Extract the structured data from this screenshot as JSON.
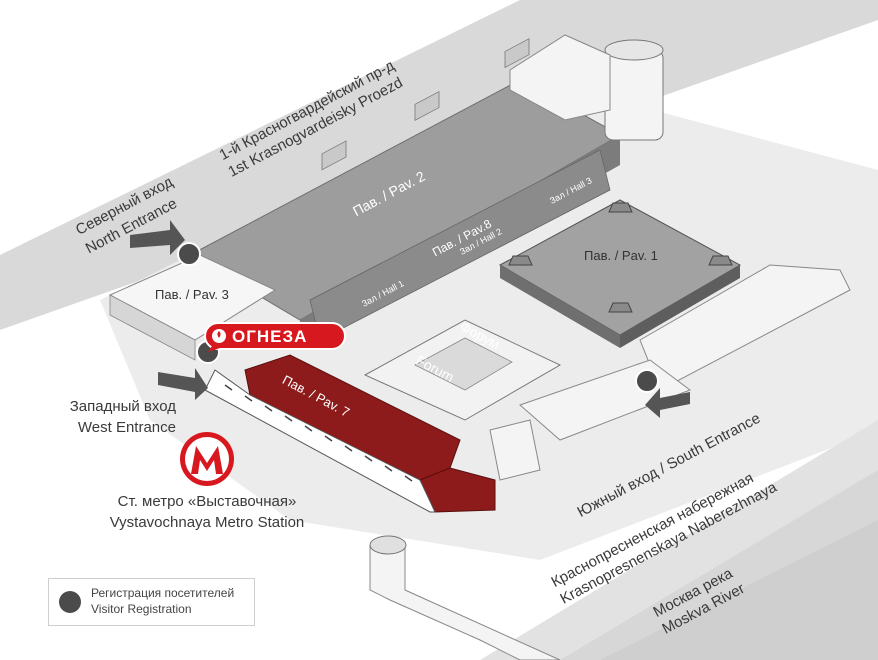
{
  "roads": {
    "north_road_ru": "1-й Красногвардейский пр-д",
    "north_road_en": "1st Krasnogvardeisky Proezd",
    "embankment_ru": "Краснопресненская набережная",
    "embankment_en": "Krasnopresnenskaya Naberezhnaya",
    "river_ru": "Москва река",
    "river_en": "Moskva River"
  },
  "entrances": {
    "north_ru": "Северный вход",
    "north_en": "North Entrance",
    "west_ru": "Западный вход",
    "west_en": "West Entrance",
    "south": "Южный вход / South Entrance"
  },
  "pavilions": {
    "pav2": "Пав. / Pav. 2",
    "pav8": "Пав. / Pav.8",
    "pav1": "Пав. / Pav. 1",
    "pav3": "Пав. / Pav. 3",
    "pav7": "Пав. / Pav. 7",
    "forum_ru": "Форум",
    "forum_en": "Forum",
    "hall1": "Зал / Hall 1",
    "hall2": "Зал / Hall 2",
    "hall3": "Зал / Hall 3"
  },
  "metro": {
    "symbol": "М",
    "station_ru": "Ст. метро «Выставочная»",
    "station_en": "Vystavochnaya Metro Station"
  },
  "logo": {
    "text": "ОГНЕЗА"
  },
  "legend": {
    "ru": "Регистрация посетителей",
    "en": "Visitor Registration"
  },
  "colors": {
    "highlight_pavilion": "#8e1b1b",
    "logo_red": "#d8181f",
    "registration_dot": "#4b4b4b",
    "roof_gray": "#9a9a9a",
    "ground_gray": "#e4e4e4"
  }
}
